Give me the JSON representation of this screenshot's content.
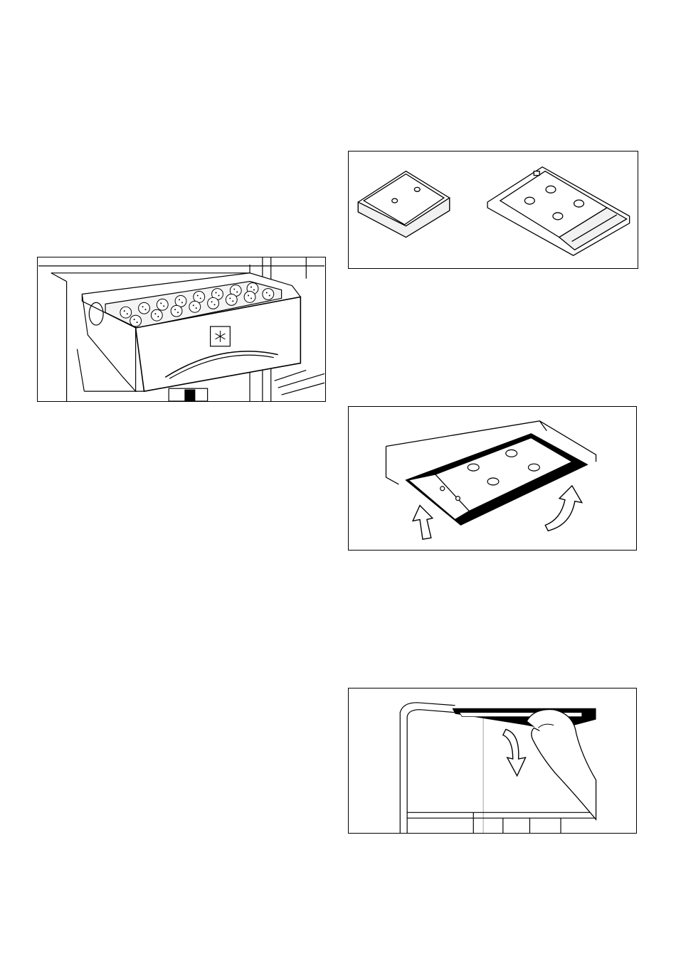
{
  "page": {
    "background": "#ffffff",
    "line_color": "#000000",
    "figures": [
      {
        "id": "freezer-drawer",
        "icon": "snowflake-icon",
        "depicts": "drawer-with-strawberries"
      },
      {
        "id": "ice-packs",
        "items": [
          "small-ice-pack",
          "large-ice-pack"
        ]
      },
      {
        "id": "ice-pack-insert",
        "arrows": [
          "up-arrow",
          "curved-up-arrow"
        ]
      },
      {
        "id": "ice-pack-remove",
        "arrows": [
          "curved-down-arrow"
        ]
      }
    ]
  }
}
